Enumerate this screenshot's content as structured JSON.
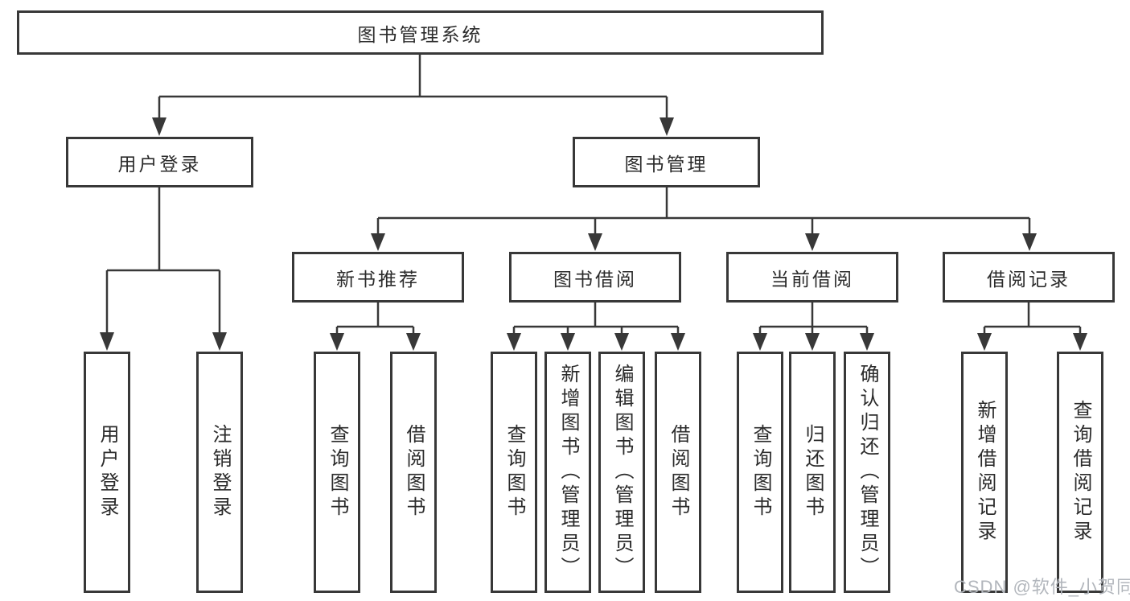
{
  "colors": {
    "line": "#383838",
    "text": "#2b2b2b",
    "background": "#ffffff",
    "watermark": "#b2b6bc"
  },
  "tree": {
    "root": "图书管理系统",
    "branches": [
      {
        "label": "用户登录",
        "children": [
          "用户登录",
          "注销登录"
        ]
      },
      {
        "label": "图书管理",
        "groups": [
          {
            "label": "新书推荐",
            "children": [
              "查询图书",
              "借阅图书"
            ]
          },
          {
            "label": "图书借阅",
            "children": [
              "查询图书",
              "新增图书（管理员）",
              "编辑图书（管理员）",
              "借阅图书"
            ]
          },
          {
            "label": "当前借阅",
            "children": [
              "查询图书",
              "归还图书",
              "确认归还（管理员）"
            ]
          },
          {
            "label": "借阅记录",
            "children": [
              "新增借阅记录",
              "查询借阅记录"
            ]
          }
        ]
      }
    ]
  },
  "watermark": "CSDN @软件_小贺同学"
}
